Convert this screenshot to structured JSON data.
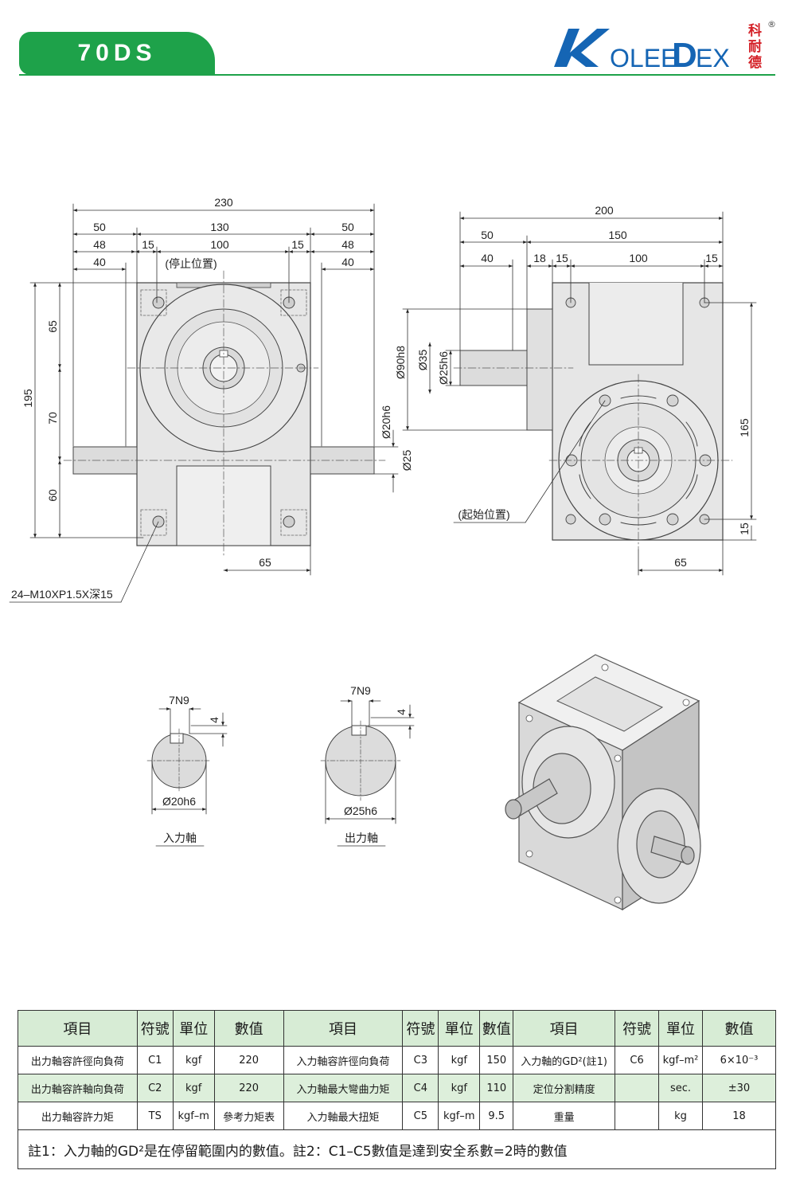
{
  "header": {
    "model": "70DS",
    "brand": "KOLEEDEX",
    "brand_cn": [
      "科",
      "耐",
      "德"
    ],
    "registered_mark": "®",
    "brand_color": "#1ea24a",
    "logo_blue": "#1565b4",
    "logo_red": "#d42027"
  },
  "front_view": {
    "dims_top": [
      "230",
      "50",
      "130",
      "50",
      "48",
      "15",
      "100",
      "15",
      "48",
      "40",
      "40"
    ],
    "stop_label": "(停止位置)",
    "dims_left": [
      "195",
      "65",
      "70",
      "60"
    ],
    "dims_right": [
      "Ø20h6",
      "Ø25"
    ],
    "dim_bottom": "65",
    "callout": "24–M10XP1.5X深15"
  },
  "side_view": {
    "dims_top": [
      "200",
      "50",
      "150",
      "40",
      "18",
      "15",
      "100",
      "15"
    ],
    "dims_left": [
      "Ø90h8",
      "Ø35",
      "Ø25h6"
    ],
    "dims_right": [
      "165",
      "15"
    ],
    "dim_bottom": "65",
    "start_label": "(起始位置)"
  },
  "keyways": [
    {
      "key": "7N9",
      "depth": "4",
      "dia": "Ø20h6",
      "name": "入力軸"
    },
    {
      "key": "7N9",
      "depth": "4",
      "dia": "Ø25h6",
      "name": "出力軸"
    }
  ],
  "table": {
    "headers": [
      "項目",
      "符號",
      "單位",
      "數值",
      "項目",
      "符號",
      "單位",
      "數值",
      "項目",
      "符號",
      "單位",
      "數值"
    ],
    "rows": [
      [
        "出力軸容許徑向負荷",
        "C1",
        "kgf",
        "220",
        "入力軸容許徑向負荷",
        "C3",
        "kgf",
        "150",
        "入力軸的GD²(註1)",
        "C6",
        "kgf–m²",
        "6×10⁻³"
      ],
      [
        "出力軸容許軸向負荷",
        "C2",
        "kgf",
        "220",
        "入力軸最大彎曲力矩",
        "C4",
        "kgf",
        "110",
        "定位分割精度",
        "",
        "sec.",
        "±30"
      ],
      [
        "出力軸容許力矩",
        "TS",
        "kgf–m",
        "參考力矩表",
        "入力軸最大扭矩",
        "C5",
        "kgf–m",
        "9.5",
        "重量",
        "",
        "kg",
        "18"
      ]
    ],
    "note": "註1：入力軸的GD²是在停留範圍内的數值。註2：C1–C5數值是達到安全系數=2時的數值",
    "header_bg": "#d7ecd5"
  }
}
